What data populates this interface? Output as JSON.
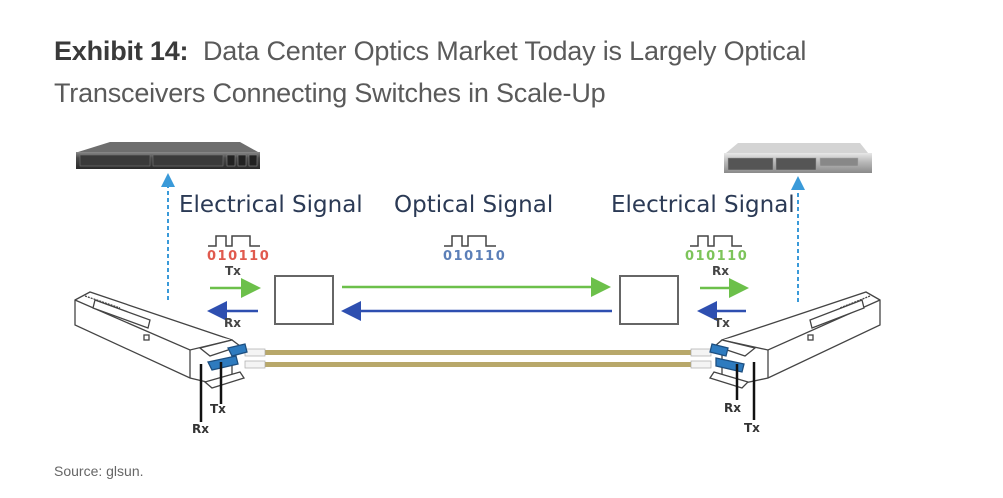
{
  "title": {
    "exhibit": "Exhibit 14:",
    "line1": "Data Center Optics Market Today is Largely Optical",
    "line2": "Transceivers Connecting Switches in Scale-Up"
  },
  "diagram": {
    "left_section_label": "Electrical Signal",
    "middle_section_label": "Optical Signal",
    "right_section_label": "Electrical Signal",
    "left_bits": "010110",
    "middle_bits": "010110",
    "right_bits": "010110",
    "left_top_arrow_label": "Tx",
    "left_bottom_arrow_label": "Rx",
    "right_top_arrow_label": "Rx",
    "right_bottom_arrow_label": "Tx",
    "left_port_labels": [
      "Tx",
      "Rx"
    ],
    "right_port_labels": [
      "Rx",
      "Tx"
    ],
    "colors": {
      "left_bits": "#e05a4e",
      "middle_bits": "#5b7fb8",
      "right_bits": "#7dc45a",
      "tx_arrow": "#6cc04a",
      "rx_arrow": "#2e4fb0",
      "fiber": "#b8a86a",
      "dashed_link": "#3a9ad9"
    }
  },
  "source": "Source: glsun."
}
